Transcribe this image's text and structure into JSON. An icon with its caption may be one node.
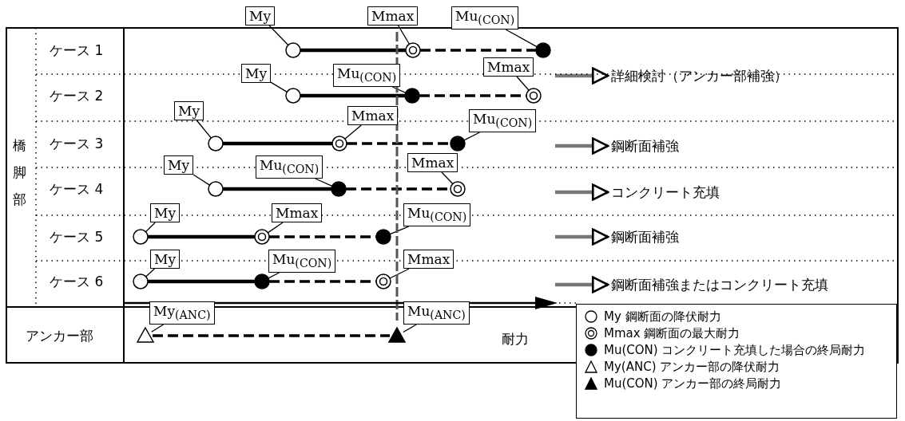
{
  "diagram": {
    "nodes": [
      {
        "text": [
          "My"
        ]
      },
      {
        "text": [
          "Mmax"
        ]
      },
      {
        "text": [
          "Mu$_{(CON)}$"
        ]
      },
      {
        "text": [],
        "shape": "circle"
      },
      {
        "text": [],
        "shape": "circle"
      },
      {
        "text": [],
        "shape": "circle"
      },
      {
        "text": [
          "My"
        ]
      },
      {
        "text": [
          "Mu$_{(CON)}$"
        ]
      },
      {
        "text": [
          "Mmax"
        ]
      },
      {
        "text": [],
        "shape": "circle"
      },
      {
        "text": [],
        "shape": "circle"
      },
      {
        "text": [],
        "shape": "circle"
      },
      {
        "text": [
          "My"
        ]
      },
      {
        "text": [
          "Mmax"
        ]
      },
      {
        "text": [
          "Mu$_{(CON)}$"
        ]
      },
      {
        "text": [],
        "shape": "circle"
      },
      {
        "text": [],
        "shape": "circle"
      },
      {
        "text": [],
        "shape": "circle"
      },
      {
        "text": [
          "My"
        ]
      },
      {
        "text": [
          "Mu$_{(CON)}$"
        ]
      },
      {
        "text": [
          "Mmax"
        ]
      },
      {
        "text": [],
        "shape": "circle"
      },
      {
        "text": [],
        "shape": "circle"
      },
      {
        "text": [],
        "shape": "circle"
      },
      {
        "text": [
          "My"
        ]
      },
      {
        "text": [
          "Mmax"
        ]
      },
      {
        "text": [
          "Mu$_{(CON)}$"
        ]
      },
      {
        "text": [],
        "shape": "circle"
      },
      {
        "text": [],
        "shape": "circle"
      },
      {
        "text": [],
        "shape": "circle"
      },
      {
        "text": [
          "My"
        ]
      },
      {
        "text": [
          "Mu$_{(CON)}$"
        ]
      },
      {
        "text": [
          "Mmax"
        ]
      },
      {
        "text": [],
        "shape": "circle"
      },
      {
        "text": [],
        "shape": "circle"
      },
      {
        "text": [],
        "shape": "circle"
      },
      {
        "text": [
          "My$_{(ANC)}$"
        ]
      },
      {
        "text": [
          "Mu$_{(ANC)}$"
        ]
      },
      {
        "text": [],
        "shape": "triangle"
      },
      {
        "text": [],
        "shape": "triangle"
      },
      {
        "text": [
          "詳細検討（アンカー部補強）"
        ]
      },
      {
        "text": [
          "鋼断面補強"
        ]
      },
      {
        "text": [
          "コンクリート充填"
        ]
      },
      {
        "text": [
          "鋼断面補強"
        ]
      },
      {
        "text": [
          "鋼断面補強またはコンクリート充填"
        ]
      }
    ],
    "edges": [
      {
        "from": 0,
        "to": 3,
        "arrow": "none"
      },
      {
        "from": 1,
        "to": 4,
        "arrow": "none"
      },
      {
        "from": 2,
        "to": 5,
        "arrow": "none"
      },
      {
        "from": 3,
        "to": 4,
        "arrow": "none",
        "style": "thick"
      },
      {
        "from": 4,
        "to": 5,
        "arrow": "none",
        "style": "dashed"
      },
      {
        "from": 6,
        "to": 9,
        "arrow": "none"
      },
      {
        "from": 7,
        "to": 10,
        "arrow": "none"
      },
      {
        "from": 8,
        "to": 11,
        "arrow": "none"
      },
      {
        "from": 9,
        "to": 10,
        "arrow": "none",
        "style": "thick"
      },
      {
        "from": 10,
        "to": 11,
        "arrow": "none",
        "style": "dashed"
      },
      {
        "from": 12,
        "to": 15,
        "arrow": "none"
      },
      {
        "from": 13,
        "to": 16,
        "arrow": "none"
      },
      {
        "from": 14,
        "to": 17,
        "arrow": "none"
      },
      {
        "from": 15,
        "to": 16,
        "arrow": "none",
        "style": "thick"
      },
      {
        "from": 16,
        "to": 17,
        "arrow": "none",
        "style": "dashed"
      },
      {
        "from": 18,
        "to": 21,
        "arrow": "none"
      },
      {
        "from": 19,
        "to": 22,
        "arrow": "none"
      },
      {
        "from": 20,
        "to": 23,
        "arrow": "none"
      },
      {
        "from": 21,
        "to": 22,
        "arrow": "none",
        "style": "thick"
      },
      {
        "from": 22,
        "to": 23,
        "arrow": "none",
        "style": "dashed"
      },
      {
        "from": 24,
        "to": 27,
        "arrow": "none"
      },
      {
        "from": 25,
        "to": 28,
        "arrow": "none"
      },
      {
        "from": 26,
        "to": 29,
        "arrow": "none"
      },
      {
        "from": 27,
        "to": 28,
        "arrow": "none",
        "style": "thick"
      },
      {
        "from": 28,
        "to": 29,
        "arrow": "none",
        "style": "dashed"
      },
      {
        "from": 30,
        "to": 33,
        "arrow": "none"
      },
      {
        "from": 31,
        "to": 34,
        "arrow": "none"
      },
      {
        "from": 32,
        "to": 35,
        "arrow": "none"
      },
      {
        "from": 33,
        "to": 34,
        "arrow": "none",
        "style": "thick"
      },
      {
        "from": 34,
        "to": 35,
        "arrow": "none",
        "style": "dashed"
      },
      {
        "from": 36,
        "to": 38,
        "arrow": "none"
      },
      {
        "from": 37,
        "to": 39,
        "arrow": "none"
      },
      {
        "from": 38,
        "to": 39,
        "arrow": "none",
        "style": "dashed"
      },
      {
        "from": null,
        "to": 40,
        "arrow": "to",
        "style": "thick",
        "color": "#777777"
      },
      {
        "from": null,
        "to": 41,
        "arrow": "to",
        "style": "thick",
        "color": "#777777"
      },
      {
        "from": null,
        "to": 42,
        "arrow": "to",
        "style": "thick",
        "color": "#777777"
      },
      {
        "from": null,
        "to": 43,
        "arrow": "to",
        "style": "thick",
        "color": "#777777"
      },
      {
        "from": null,
        "to": 44,
        "arrow": "to",
        "style": "thick",
        "color": "#777777"
      }
    ],
    "labels": [
      "ケース 1",
      "ケース 2",
      "ケース 3",
      "橋脚部",
      "ケース 4",
      "ケース 5",
      "ケース 6",
      "アンカー部",
      "耐力"
    ],
    "legend": [
      {
        "text": "My 鋼断面の降伏耐力"
      },
      {
        "text": "Mmax 鋼断面の最大耐力"
      },
      {
        "text": "Mu(CON) コンクリート充填した場合の終局耐力"
      },
      {
        "text": "My(ANC) アンカー部の降伏耐力"
      },
      {
        "text": "Mu(CON) アンカー部の終局耐力"
      }
    ]
  }
}
